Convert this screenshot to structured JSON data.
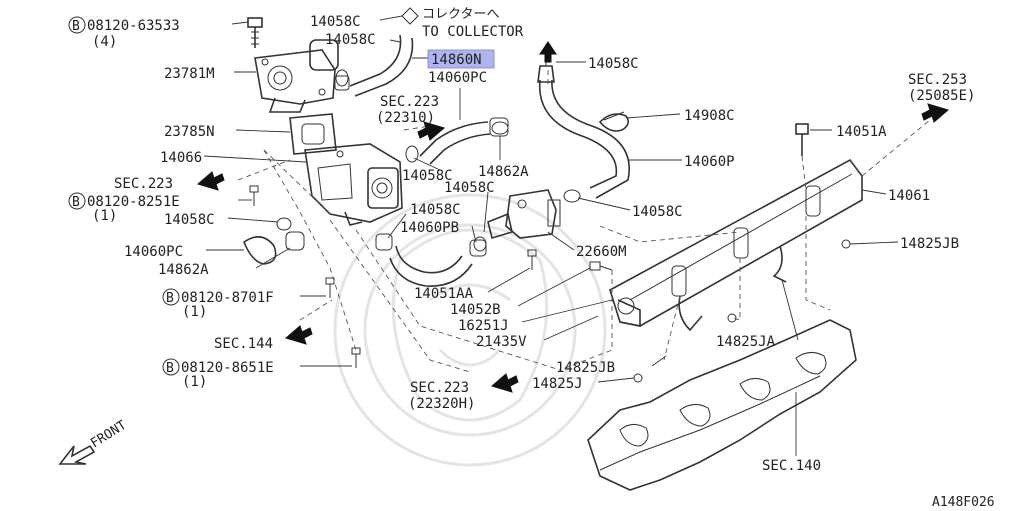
{
  "labels": {
    "bolt_top": "08120-63533",
    "bolt_top_qty": "(4)",
    "clamp_top_1": "14058C",
    "collector_jp": "コレクターへ",
    "collector_en": "TO COLLECTOR",
    "clamp_top_2": "14058C",
    "hose_highlight": "14860N",
    "hose_pc_top": "14060PC",
    "clamp_top_right": "14058C",
    "valve": "23781M",
    "sec223_top": "SEC.223",
    "sec223_top_ref": "(22310)",
    "gasket": "23785N",
    "clip": "14908C",
    "sec253": "SEC.253",
    "sec253_ref": "(25085E)",
    "bolt_rail": "14051A",
    "housing": "14066",
    "clamp_mid": "14058C",
    "hose_clamp_mid": "14862A",
    "hose_p": "14060P",
    "sec223_left": "SEC.223",
    "clamp_mid2": "14058C",
    "rail": "14061",
    "bolt_8251": "08120-8251E",
    "bolt_8251_qty": "(1)",
    "clamp_right": "14058C",
    "clamp_left": "14058C",
    "clamp_lower": "14058C",
    "hose_pb": "14060PB",
    "seal_jb_right": "14825JB",
    "hose_pc_left": "14060PC",
    "regulator": "22660M",
    "hose_clamp_left": "14862A",
    "bolt_aa": "14051AA",
    "bolt_8701": "08120-8701F",
    "bolt_8701_qty": "(1)",
    "bolt_52b": "14052B",
    "oring": "16251J",
    "sec144": "SEC.144",
    "sensor": "21435V",
    "seal_ja": "14825JA",
    "bolt_8651": "08120-8651E",
    "bolt_8651_qty": "(1)",
    "seal_jb_bottom": "14825JB",
    "seal_j": "14825J",
    "sec223_bottom": "SEC.223",
    "sec223_bottom_ref": "(22320H)",
    "front": "FRONT",
    "sec140": "SEC.140",
    "figure_code": "A148F026"
  },
  "bolt_marker": "B",
  "colors": {
    "ink": "#222222",
    "highlight": "#aeb4ee",
    "watermark": "#e4e4e4"
  }
}
